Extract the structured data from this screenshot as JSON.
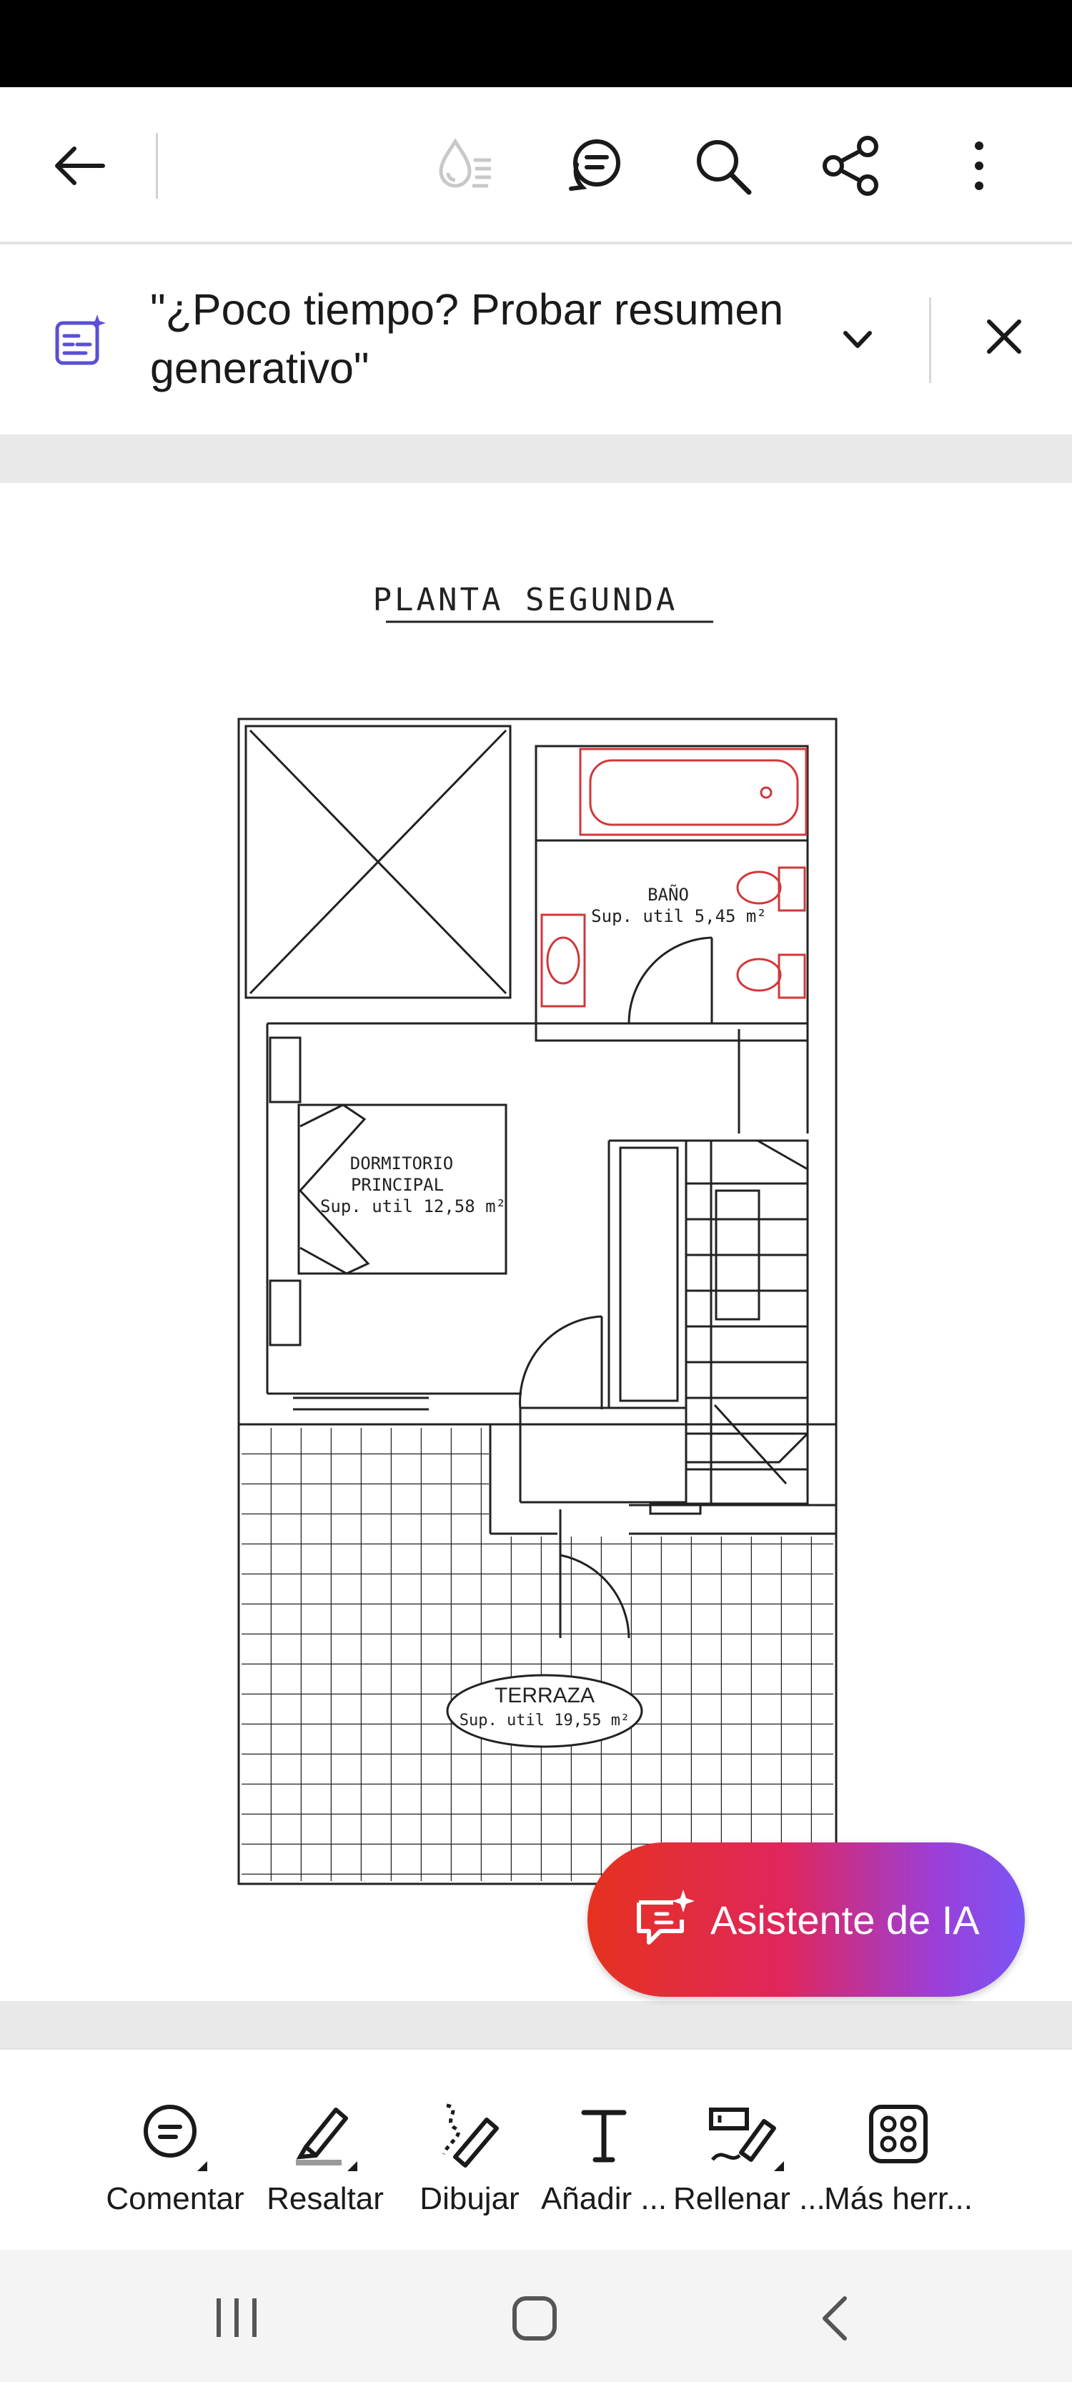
{
  "header": {
    "back_icon": "arrow-left-icon",
    "actions": [
      "liquid-mode-icon",
      "comments-icon",
      "search-icon",
      "share-icon",
      "more-vert-icon"
    ]
  },
  "banner": {
    "text": "\"¿Poco tiempo? Probar resumen generativo\"",
    "icon": "ai-summary-icon",
    "expand_icon": "chevron-down-icon",
    "close_icon": "close-icon"
  },
  "document": {
    "title": "PLANTA SEGUNDA",
    "rooms": {
      "bath_name": "BAÑO",
      "bath_area": "Sup. util 5,45 m²",
      "bedroom_line1": "DORMITORIO",
      "bedroom_line2": "PRINCIPAL",
      "bedroom_area": "Sup. util 12,58 m²",
      "terrace_name": "TERRAZA",
      "terrace_area": "Sup. util 19,55 m²"
    }
  },
  "ai_assistant": {
    "label": "Asistente de IA",
    "icon": "ai-chat-icon"
  },
  "toolbar": {
    "items": [
      {
        "label": "Comentar",
        "icon": "comment-icon"
      },
      {
        "label": "Resaltar",
        "icon": "highlight-icon"
      },
      {
        "label": "Dibujar",
        "icon": "draw-icon"
      },
      {
        "label": "Añadir ...",
        "icon": "text-icon"
      },
      {
        "label": "Rellenar ...",
        "icon": "fill-sign-icon"
      },
      {
        "label": "Más herr...",
        "icon": "more-tools-icon"
      }
    ]
  },
  "nav": [
    "recents-icon",
    "home-icon",
    "back-nav-icon"
  ],
  "colors": {
    "accent_start": "#e5321f",
    "accent_end": "#7a55f5",
    "fixture_red": "#d0383a"
  }
}
